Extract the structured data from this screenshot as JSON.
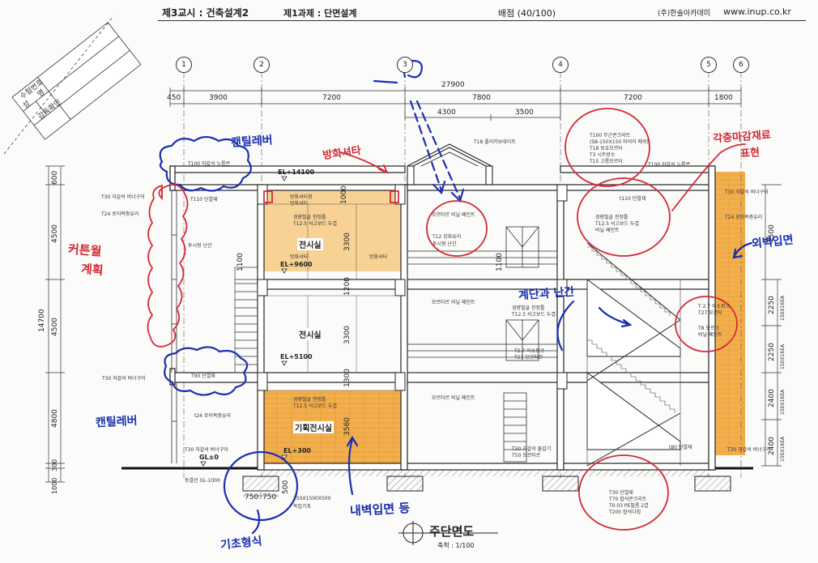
{
  "header": {
    "exam": "제3교시 : 건축설계2",
    "task": "제1과제 : 단면설계",
    "score": "배점 (40/100)",
    "academy": "(주)한솔아카데미",
    "url": "www.inup.co.kr"
  },
  "stamp": {
    "row1": "수험번호",
    "row2a": "성",
    "row2b": "명",
    "row3": "감독확인"
  },
  "grid_labels": [
    "1",
    "2",
    "3",
    "4",
    "5",
    "6"
  ],
  "dims_top": {
    "total": "27900",
    "d450": "450",
    "d3900": "3900",
    "d7200a": "7200",
    "d7800": "7800",
    "d7200b": "7200",
    "d1800": "1800",
    "d4300": "4300",
    "d3500": "3500"
  },
  "dims_left": {
    "total": "14700",
    "d600": "600",
    "d4500a": "4500",
    "d4500b": "4500",
    "d4800": "4800",
    "d300": "300",
    "d1000": "1000"
  },
  "dims_inner": {
    "d1000": "1000",
    "d3300a": "3300",
    "d1200": "1200",
    "d3300b": "3300",
    "d1300": "1300",
    "d3560": "3560",
    "d1100a": "1100",
    "d1100b": "1100"
  },
  "dims_right": {
    "d4500": "4500",
    "d2250a": "2250",
    "d2250b": "2250",
    "d2400a": "2400",
    "d2400b": "2400",
    "s150a": "150X16EA",
    "s150b": "150X16EA",
    "s150c": "150X16EA",
    "s150d": "150X16EA"
  },
  "levels": {
    "el14100": "EL+14100",
    "el9600": "EL+9600",
    "el5100": "EL+5100",
    "el300": "EL+300",
    "gl": "GL±0"
  },
  "rooms": {
    "r1": "전시실",
    "r2": "전시실",
    "r3": "기획전시실"
  },
  "notes": {
    "t100_roof_l": "T100 자갈석 누름콘",
    "t30_l1": "T30 자갈석 버너구이",
    "t110": "T110 단열재",
    "t24_l1": "T24 로이복층유리",
    "rail_l": "투시형 난간",
    "t30_l2": "T30 자갈석 버너구이",
    "t90": "T90 단열재",
    "t24_l2": "t24 로이복층유리",
    "t30_l3": "T30 자갈석 버너구이",
    "footing_l": "동결선 GL-1000",
    "f750a": "750",
    "f750b": "750",
    "f500": "500",
    "footing_size": "150X1500X500",
    "footing_name": "독립기초",
    "shutter_box": "방화셔터함",
    "shutter_box2": "방화셔터",
    "ceiling1": "경량철골 천정틀",
    "ceiling1b": "T12.5 석고보드 두겹",
    "shutter_mid": "방화셔터",
    "ceiling2": "경량철골 천정틀",
    "ceiling2b": "T12.5 석고보드 두겹",
    "t18": "T18 폴리카보네이트",
    "mortar1": "모르타르 비닐 페인트",
    "t12": "T12 강화유리",
    "rail_m": "투시형 난간",
    "mortar2": "모르타르 비닐 페인트",
    "ceil_m1": "경량철골 천정틀",
    "ceil_m1b": "T12.5 석고보드 두겹",
    "t27a": "T2.7 이소핑크",
    "t27b": "T27 모르타르",
    "mortar3": "모르타르 비닐 페인트",
    "t30_m": "T30 자갈석 물갈기",
    "t50_m": "T50 모르타르",
    "r_t100": "T100 무근콘크리트",
    "r_s8": "(S8-150X150 와이어 메쉬)",
    "r_t18": "T18 보호모르터",
    "r_t3": "T3 시트방수",
    "r_t15": "T15 고름모르터",
    "r_t100b": "T100 자갈석 누름콘",
    "t110_r": "t110 단열재",
    "rc1": "경량철골 천정틀",
    "rc1b": "T12.5 석고보드 두겹",
    "rc1c": "비닐 페인트",
    "t30_r1": "T30 자갈석 버너구이",
    "t24_r": "T24 로이복층유리",
    "rt27": "T 2.7 이소핑크",
    "rt27b": "T27 모르터",
    "rt8": "T8 모르터",
    "rt8b": "비닐 페인트",
    "t80_r": "t80 단열재",
    "t30_r2": "T30 자갈석 버너구이",
    "f_t30": "T30 단열재",
    "f_t70": "T70 잡석콘크리트",
    "f_t003": "T0.03 PE필름 2겹",
    "f_t200": "T200 잡석다짐"
  },
  "title_block": {
    "title": "주단면도",
    "scale": "축척 : 1/100"
  },
  "annotations": {
    "a_canti_top": "캔틸레버",
    "a_curtain1": "커튼월",
    "a_curtain2": "계획",
    "a_canti_bot": "캔틸레버",
    "a_foundation": "기초형식",
    "a_shutter": "방화셔타",
    "a_finish1": "각층마감재료",
    "a_finish2": "표현",
    "a_outer_wall": "외벽입면",
    "a_stair": "계단과 난간",
    "a_inner_wall": "내벽입면 등"
  },
  "colors": {
    "highlight": "#f2a12e",
    "blue_ink": "#1a2fb0",
    "red_ink": "#d42a36",
    "line": "#333333"
  }
}
